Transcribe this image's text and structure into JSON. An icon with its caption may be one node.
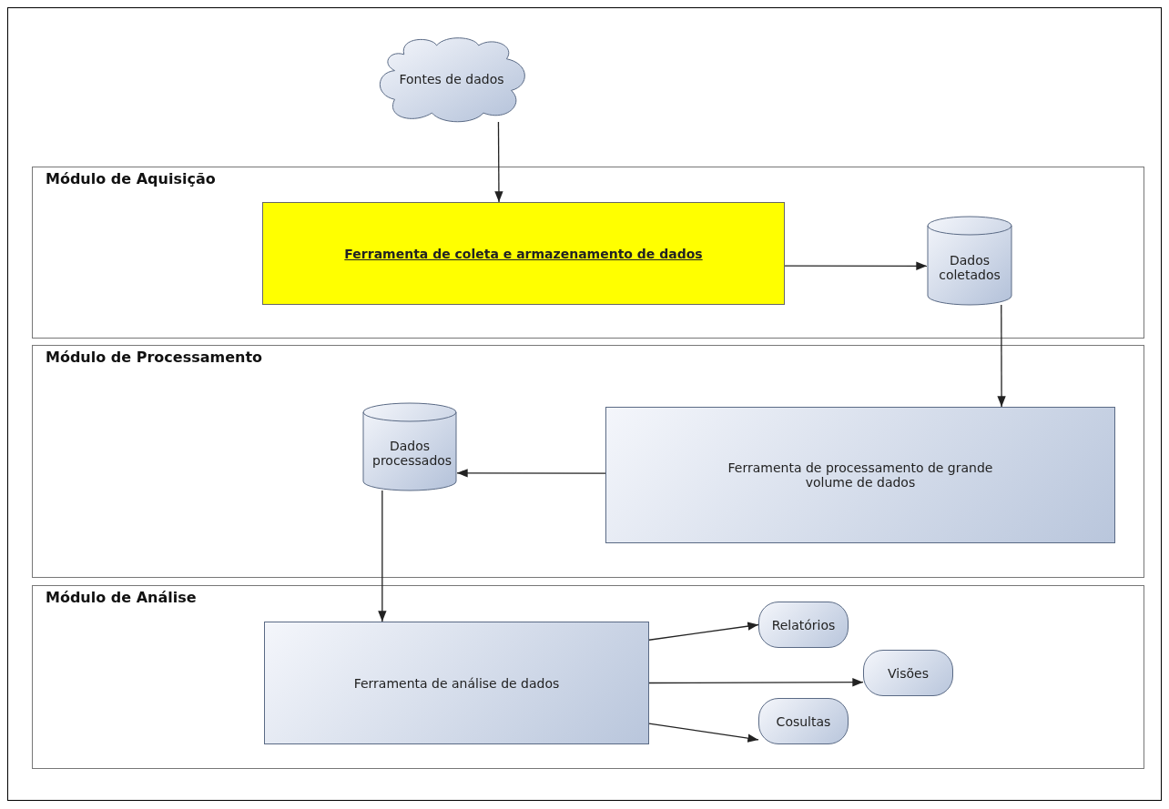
{
  "diagram": {
    "nodes": [
      {
        "text": [
          "Fontes de dados"
        ]
      },
      {
        "text": [
          "Módulo de Aquisição"
        ]
      },
      {
        "text": [
          "Ferramenta de coleta e armazenamento de dados"
        ],
        "in": 1
      },
      {
        "text": [
          "Dados coletados"
        ],
        "in": 1
      },
      {
        "text": [
          "Módulo de Processamento"
        ]
      },
      {
        "text": [
          "Ferramenta de processamento de grande volume de dados"
        ],
        "in": 4
      },
      {
        "text": [
          "Dados processados"
        ],
        "in": 4
      },
      {
        "text": [
          "Módulo de Análise"
        ]
      },
      {
        "text": [
          "Ferramenta de análise de dados"
        ],
        "in": 7
      },
      {
        "text": [
          "Relatórios"
        ],
        "in": 7
      },
      {
        "text": [
          "Visões"
        ],
        "in": 7
      },
      {
        "text": [
          "Cosultas"
        ],
        "in": 7
      }
    ],
    "edges": [
      {
        "from": 0,
        "to": 2,
        "arrow": "to"
      },
      {
        "from": 2,
        "to": 3,
        "arrow": "to"
      },
      {
        "from": 3,
        "to": 5,
        "arrow": "to"
      },
      {
        "from": 5,
        "to": 6,
        "arrow": "to"
      },
      {
        "from": 6,
        "to": 8,
        "arrow": "to"
      },
      {
        "from": 8,
        "to": 9,
        "arrow": "to"
      },
      {
        "from": 8,
        "to": 10,
        "arrow": "to"
      },
      {
        "from": 8,
        "to": 11,
        "arrow": "to"
      }
    ]
  }
}
